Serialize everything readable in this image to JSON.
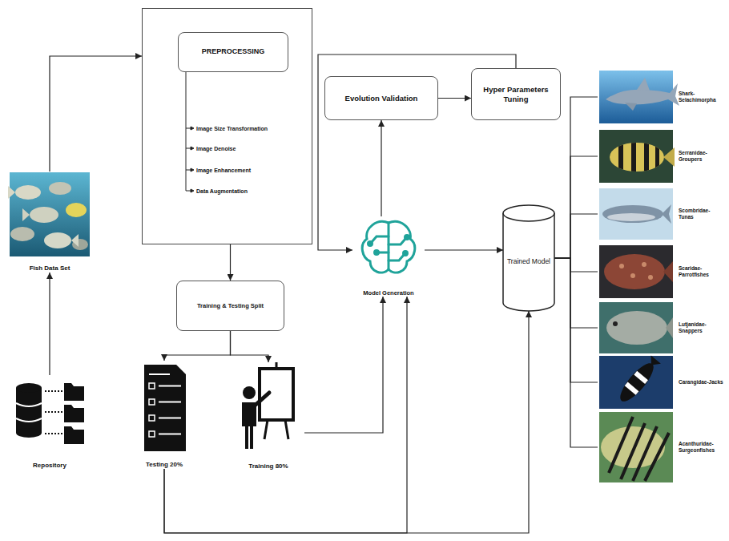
{
  "diagram": {
    "nodes": [
      {
        "text": [
          "Image Size Transformation",
          "Image Denoise",
          "Image Enhancement",
          "Data Augmentation"
        ]
      },
      {
        "text": [
          "PREPROCESSING"
        ],
        "in": 0
      },
      {
        "text": [
          "Fish Data Set"
        ]
      },
      {
        "text": [
          "Repository"
        ]
      },
      {
        "text": [
          "Training & Testing Split"
        ]
      },
      {
        "text": [
          "Testing 20%"
        ]
      },
      {
        "text": [
          "Training 80%"
        ]
      },
      {
        "text": [
          "Evolution Validation"
        ]
      },
      {
        "text": [
          "Hyper Parameters Tuning"
        ]
      },
      {
        "text": [
          "Model Generation"
        ]
      },
      {
        "text": [
          "Trained Model"
        ]
      },
      {
        "text": [
          "Shark-Selachimorpha"
        ]
      },
      {
        "text": [
          "Serranidae-Groupers"
        ]
      },
      {
        "text": [
          "Scombridae-Tunas"
        ]
      },
      {
        "text": [
          "Scaridae-Parrotfishes"
        ]
      },
      {
        "text": [
          "Lutjanidae-Snappers"
        ]
      },
      {
        "text": [
          "Carangidae-Jacks"
        ]
      },
      {
        "text": [
          "Acanthuridae-Surgeonfishes"
        ]
      }
    ],
    "edges": [
      {
        "from": 3,
        "to": 2,
        "arrow": "to"
      },
      {
        "from": 2,
        "to": 0,
        "arrow": "to"
      },
      {
        "from": 0,
        "to": 4,
        "arrow": "to"
      },
      {
        "from": 4,
        "to": 5,
        "arrow": "to"
      },
      {
        "from": 4,
        "to": 6,
        "arrow": "to"
      },
      {
        "from": 6,
        "to": 9,
        "arrow": "to"
      },
      {
        "from": 5,
        "to": 9,
        "arrow": "to"
      },
      {
        "from": 5,
        "to": 10,
        "arrow": "to"
      },
      {
        "from": 9,
        "to": 7,
        "arrow": "to"
      },
      {
        "from": 7,
        "to": 8,
        "arrow": "to"
      },
      {
        "from": 8,
        "to": 9,
        "arrow": "to"
      },
      {
        "from": 9,
        "to": 10,
        "arrow": "to"
      },
      {
        "from": 10,
        "to": 11,
        "arrow": "none"
      },
      {
        "from": 10,
        "to": 12,
        "arrow": "none"
      },
      {
        "from": 10,
        "to": 13,
        "arrow": "none"
      },
      {
        "from": 10,
        "to": 14,
        "arrow": "none"
      },
      {
        "from": 10,
        "to": 15,
        "arrow": "none"
      },
      {
        "from": 10,
        "to": 16,
        "arrow": "none"
      },
      {
        "from": 10,
        "to": 17,
        "arrow": "none"
      }
    ]
  }
}
